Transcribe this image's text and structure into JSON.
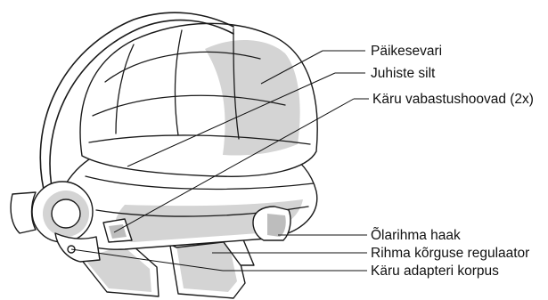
{
  "labels": {
    "sun_canopy": "Päikesevari",
    "instruction_label": "Juhiste silt",
    "stroller_release_levers": "Käru vabastushoovad (2x)",
    "shoulder_strap_hook": "Õlarihma haak",
    "strap_height_adjuster": "Rihma kõrguse regulaator",
    "stroller_adapter_housing": "Käru adapteri korpus"
  }
}
